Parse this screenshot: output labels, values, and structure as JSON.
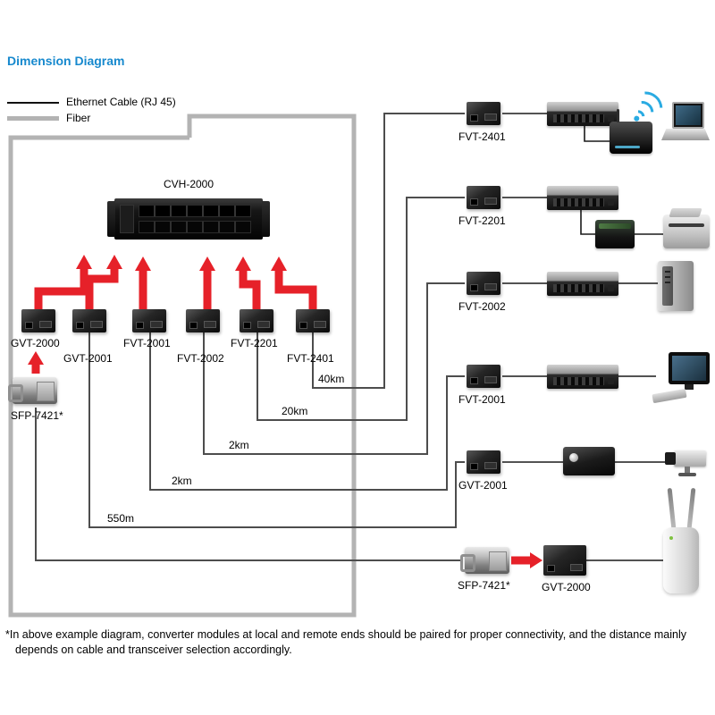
{
  "title": "Dimension Diagram",
  "legend": {
    "ethernet_label": "Ethernet Cable (RJ 45)",
    "fiber_label": "Fiber"
  },
  "colors": {
    "title_blue": "#1789ce",
    "arrow_red": "#e62129",
    "fiber_gray": "#b3b3b3",
    "cable_dark": "#4d4d4d",
    "wifi_blue": "#2aabe2"
  },
  "chassis_label": "CVH-2000",
  "local_modules": [
    {
      "label": "GVT-2000"
    },
    {
      "label": "GVT-2001"
    },
    {
      "label": "FVT-2001"
    },
    {
      "label": "FVT-2002"
    },
    {
      "label": "FVT-2201"
    },
    {
      "label": "FVT-2401"
    }
  ],
  "sfp_local_label": "SFP-7421*",
  "distance_labels": [
    "40km",
    "20km",
    "2km",
    "2km",
    "550m"
  ],
  "remote_rows": [
    {
      "converter_label": "FVT-2401",
      "devices": [
        "ethernet-switch",
        "wireless-router",
        "wifi-signal",
        "laptop"
      ]
    },
    {
      "converter_label": "FVT-2201",
      "devices": [
        "ethernet-switch",
        "network-box",
        "printer"
      ]
    },
    {
      "converter_label": "FVT-2002",
      "devices": [
        "ethernet-switch",
        "tower-pc"
      ]
    },
    {
      "converter_label": "FVT-2001",
      "devices": [
        "ethernet-switch",
        "desktop-pc"
      ]
    },
    {
      "converter_label": "GVT-2001",
      "devices": [
        "media-device",
        "ip-camera"
      ]
    },
    {
      "converter_label": "SFP-7421*",
      "module_label": "GVT-2000",
      "devices": [
        "access-point"
      ]
    }
  ],
  "footnote_line1": "*In above example diagram, converter modules at local and remote ends should be paired for proper connectivity, and the distance mainly",
  "footnote_line2": "depends on cable and transceiver selection accordingly."
}
